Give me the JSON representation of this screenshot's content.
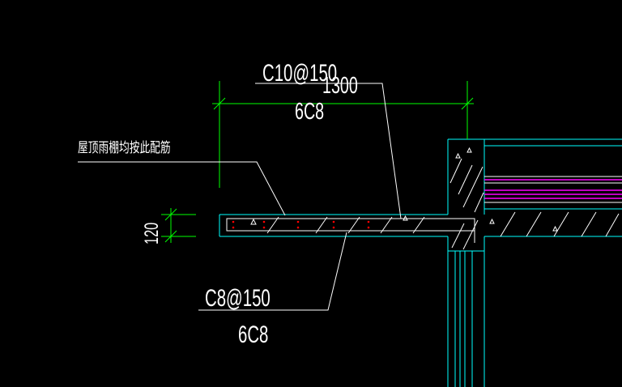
{
  "colors": {
    "background": "#000000",
    "dimension": "#00ff00",
    "outline": "#00ffff",
    "leader": "#ffffff",
    "hatch": "#ffffff",
    "rebar_dot": "#ff0000",
    "beam_rebar": "#ff00ff"
  },
  "labels": {
    "top_bar": "C10@150",
    "top_dist": "6C8",
    "overall_dim": "1300",
    "note": "屋顶雨棚均按此配筋",
    "thickness_dim": "120",
    "bottom_bar": "C8@150",
    "bottom_dist": "6C8"
  }
}
